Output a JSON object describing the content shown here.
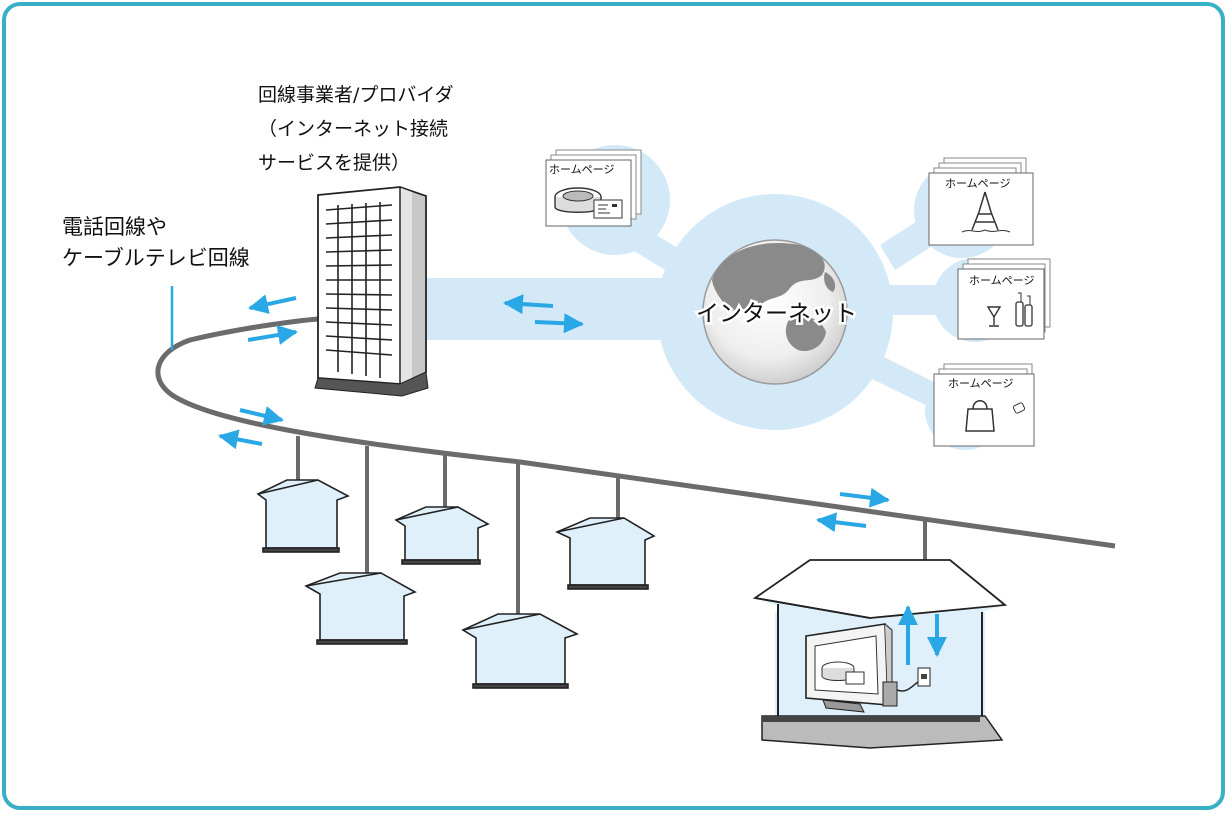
{
  "provider": {
    "line1": "回線事業者/プロバイダ",
    "line2": "（インターネット接続",
    "line3": "サービスを提供）"
  },
  "phone_line": {
    "line1": "電話回線や",
    "line2": "ケーブルテレビ回線"
  },
  "internet": {
    "label": "インターネット"
  },
  "homepages": [
    {
      "title": "ホームページ",
      "content": "stadium"
    },
    {
      "title": "ホームページ",
      "content": "eiffel-tower"
    },
    {
      "title": "ホームページ",
      "content": "glass-and-bottles"
    },
    {
      "title": "ホームページ",
      "content": "handbag"
    }
  ],
  "colors": {
    "frame": "#3ab0c8",
    "halo": "#d3e9f8",
    "arrow": "#2aa8e6",
    "cable": "#6b6b6b",
    "house_fill": "#dff0fb"
  }
}
